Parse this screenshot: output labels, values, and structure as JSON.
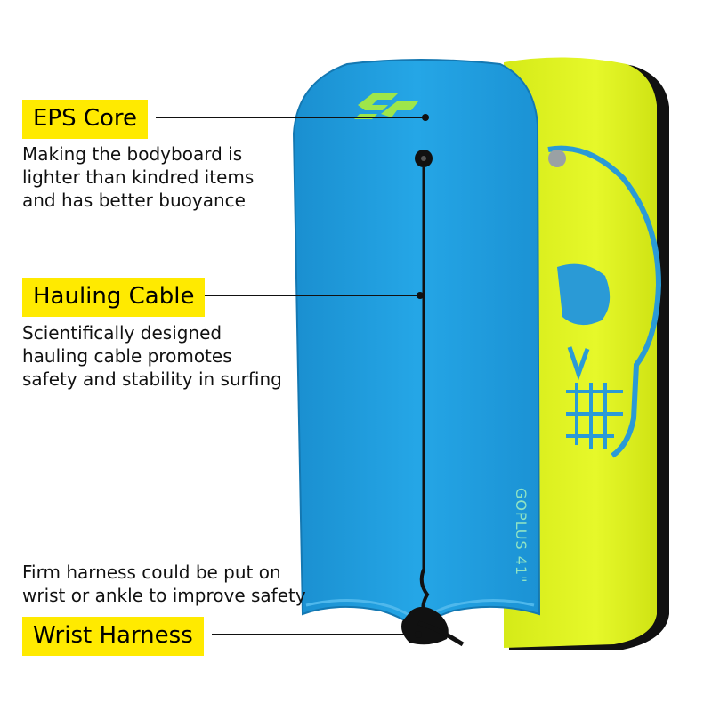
{
  "brand": {
    "logo_text": "GP",
    "board_text": "GOPLUS 41\""
  },
  "callouts": [
    {
      "label": "EPS Core",
      "description": [
        "Making the bodyboard is",
        "lighter than kindred items",
        "and has better buoyance"
      ]
    },
    {
      "label": "Hauling Cable",
      "description": [
        "Scientifically designed",
        "hauling cable promotes",
        "safety and stability in surfing"
      ]
    },
    {
      "label": "Wrist Harness",
      "description": [
        "Firm harness could be put on",
        "wrist or ankle to improve safety"
      ]
    }
  ],
  "colors": {
    "label_bg": "#ffea00",
    "board_blue": "#1e9fe0",
    "board_yellow": "#e2f51f",
    "skull_blue": "#2a9ad6"
  }
}
